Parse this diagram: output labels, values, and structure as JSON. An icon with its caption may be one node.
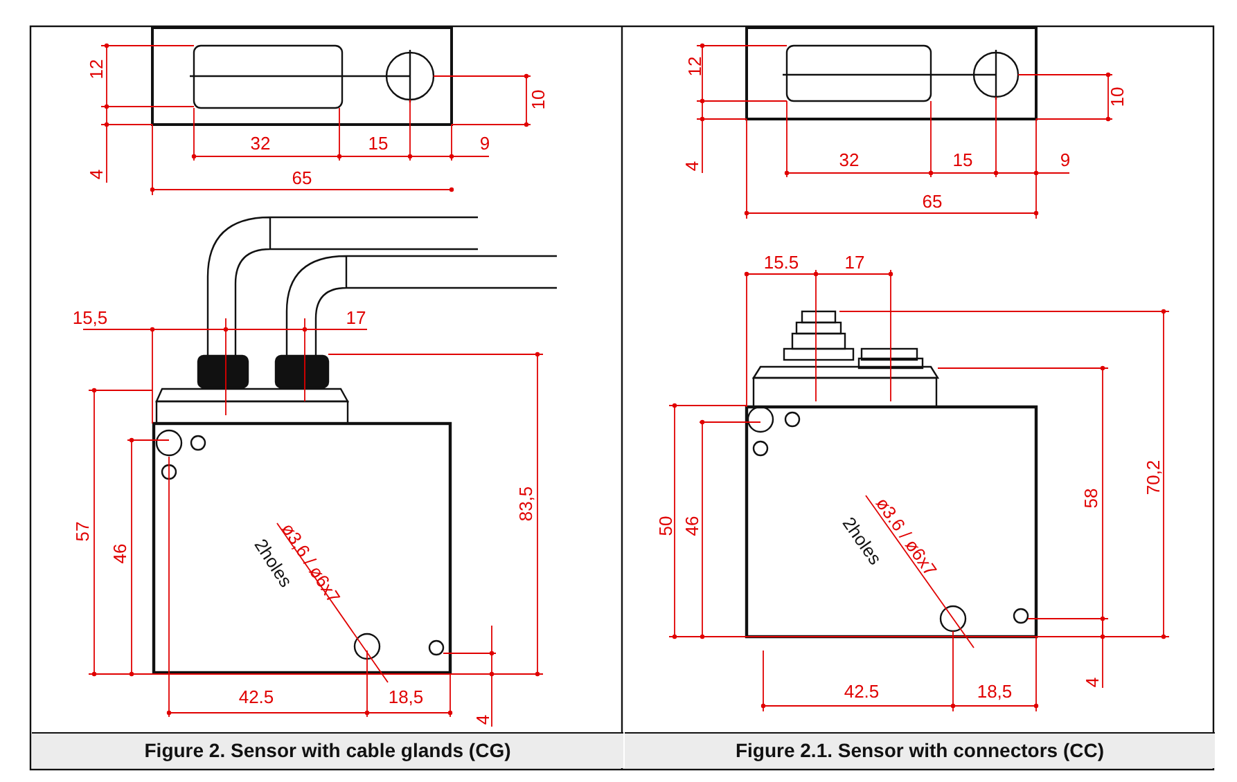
{
  "diagram": {
    "labels": [
      "12",
      "10",
      "4",
      "32",
      "15",
      "9",
      "65",
      "15,5",
      "17",
      "57",
      "46",
      "83,5",
      "ø3,6 / ø6x7",
      "2holes",
      "42.5",
      "18,5",
      "4",
      "12",
      "10",
      "4",
      "32",
      "15",
      "9",
      "65",
      "15.5",
      "17",
      "50",
      "46",
      "58",
      "70,2",
      "ø3.6 / ø6x7",
      "2holes",
      "42.5",
      "18,5",
      "4",
      "Figure 2. Sensor with cable glands (CG)",
      "Figure 2.1. Sensor with connectors (CC)"
    ]
  }
}
